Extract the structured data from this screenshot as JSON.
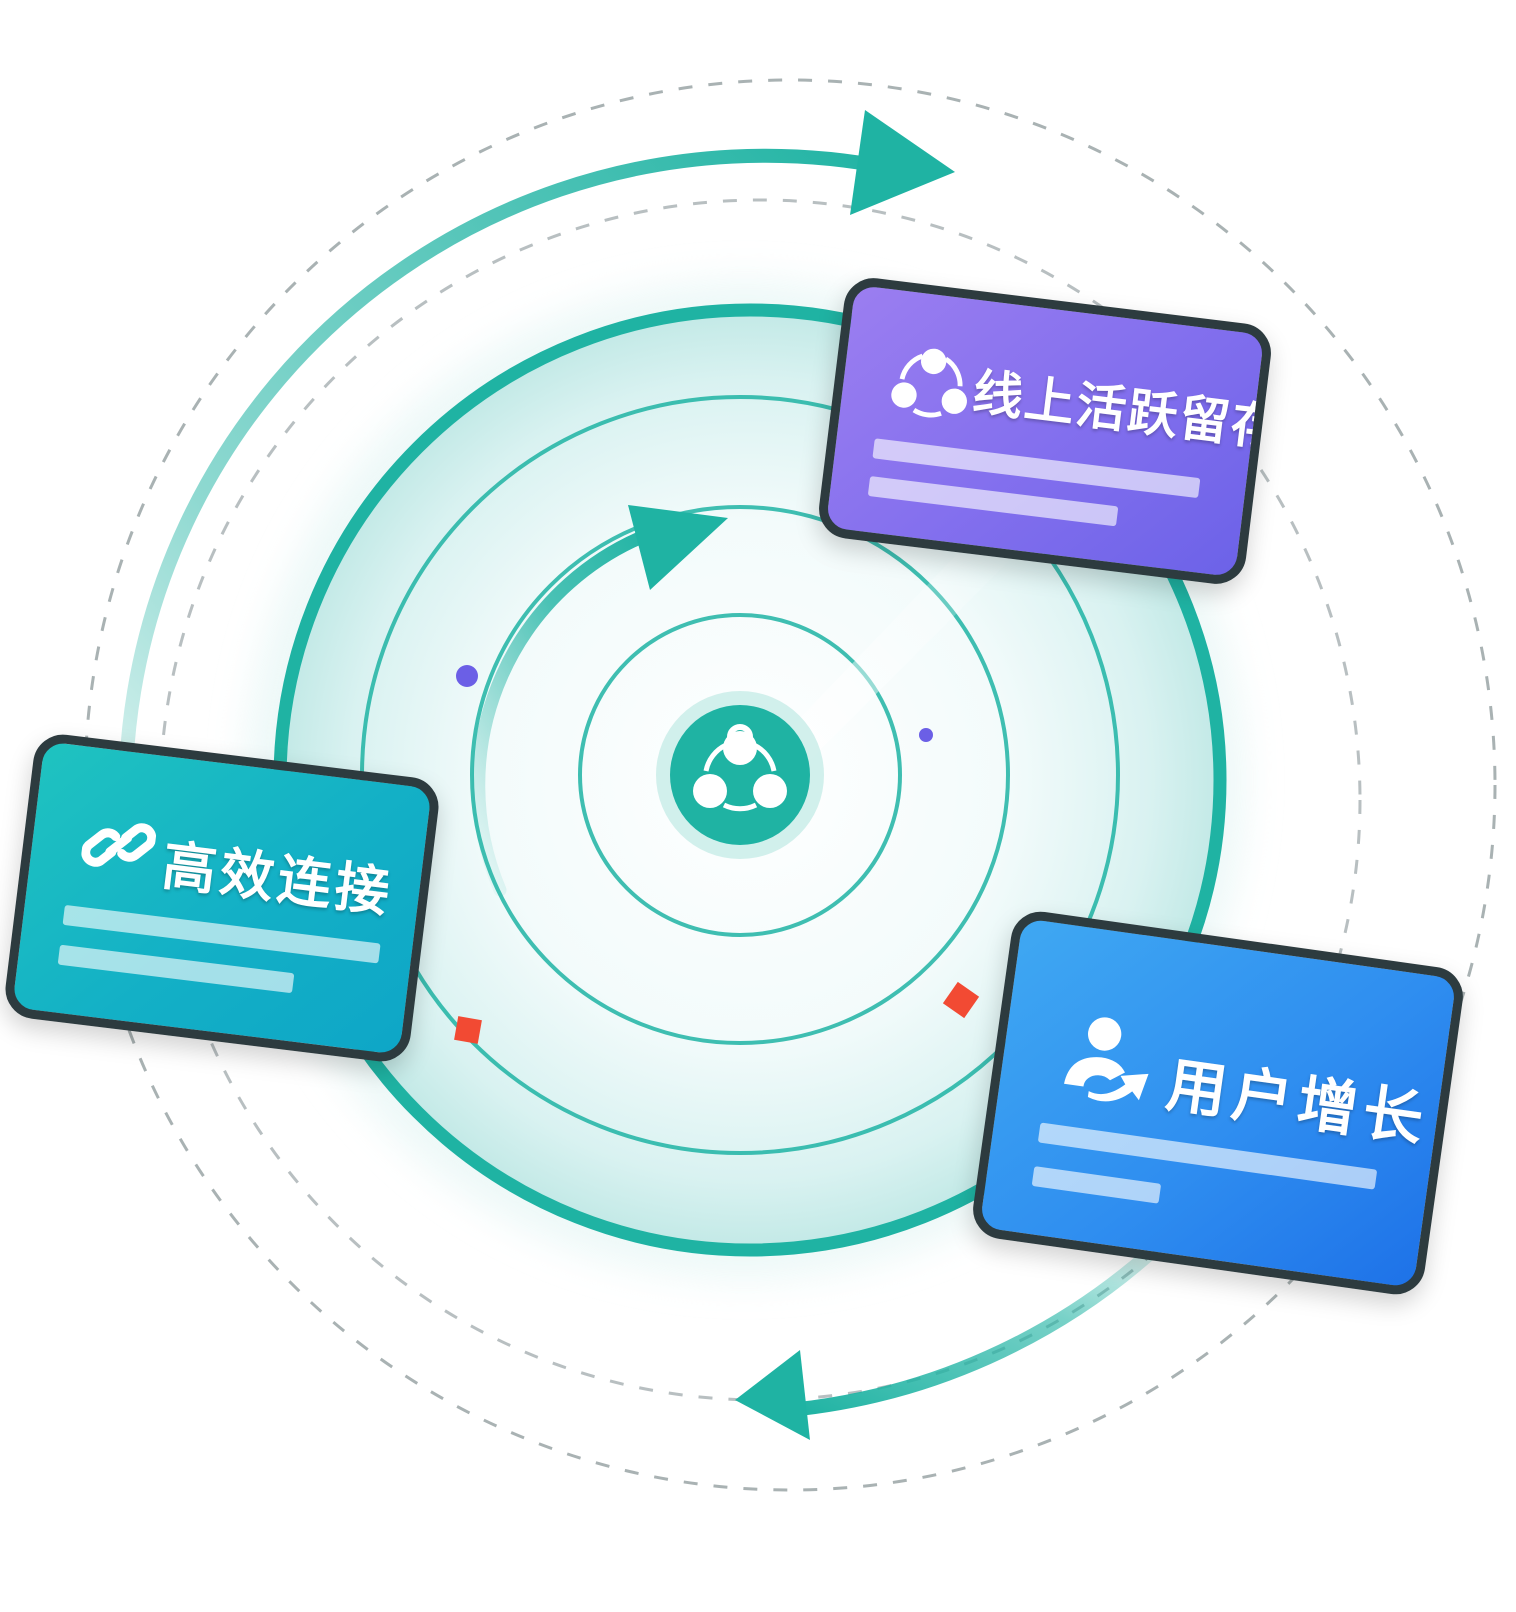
{
  "diagram": {
    "center_icon": "share-nodes-icon",
    "colors": {
      "teal": "#1fb3a3",
      "teal_dark": "#17a293",
      "dashed_ring": "#9aa4a6",
      "dot_purple": "#6b5fe6",
      "dot_red": "#f24a33"
    }
  },
  "cards": {
    "connect": {
      "label": "高效连接",
      "icon": "link-icon",
      "color": "#13b0c6"
    },
    "retain": {
      "label": "线上活跃留存",
      "icon": "share-nodes-icon",
      "color": "#8470ee"
    },
    "growth": {
      "label": "用户增长",
      "icon": "user-growth-icon",
      "color": "#2f8ef0"
    }
  }
}
